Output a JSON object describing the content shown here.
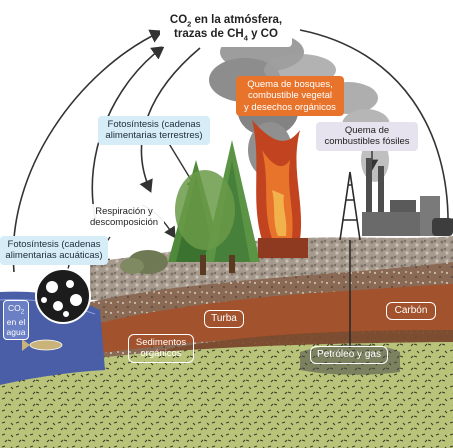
{
  "atmosphere": {
    "line1_pre": "CO",
    "line1_sub": "2",
    "line1_post": " en la atmósfera,",
    "line2_pre": "trazas de CH",
    "line2_sub": "4",
    "line2_post": " y CO"
  },
  "labels": {
    "burning_forests": [
      "Quema de bosques,",
      "combustible vegetal",
      "y desechos orgánicos"
    ],
    "burning_fossil": [
      "Quema de",
      "combustibles fósiles"
    ],
    "photosynthesis_land": [
      "Fotosíntesis (cadenas",
      "alimentarias terrestres)"
    ],
    "respiration": [
      "Respiración y",
      "descomposición"
    ],
    "photosynthesis_water": [
      "Fotosíntesis (cadenas",
      "alimentarias acuáticas)"
    ],
    "co2_water_pre": "CO",
    "co2_water_sub": "2",
    "co2_water_rest": [
      "en el",
      "agua"
    ],
    "peat": "Turba",
    "coal": "Carbón",
    "sediments": [
      "Sedimentos",
      "orgánicos"
    ],
    "oil_gas": "Petróleo y gas"
  },
  "colors": {
    "sky": "#ffffff",
    "smoke": "#7a7a7a",
    "topsoil": "#8a6a55",
    "peat_layer": "#a2522c",
    "sediment_layer": "#9c6a3c",
    "green_layer": "#b9c47a",
    "water": "#4a5ea8",
    "tree": "#4f8a3a",
    "arrow": "#333333",
    "orange_box": "#e8742c",
    "blue_box": "#d6ecf7"
  },
  "icons": [
    "plankton-circle-icon",
    "fish-icon",
    "oil-rig-icon",
    "factory-icon",
    "tree-icon",
    "fire-icon"
  ]
}
